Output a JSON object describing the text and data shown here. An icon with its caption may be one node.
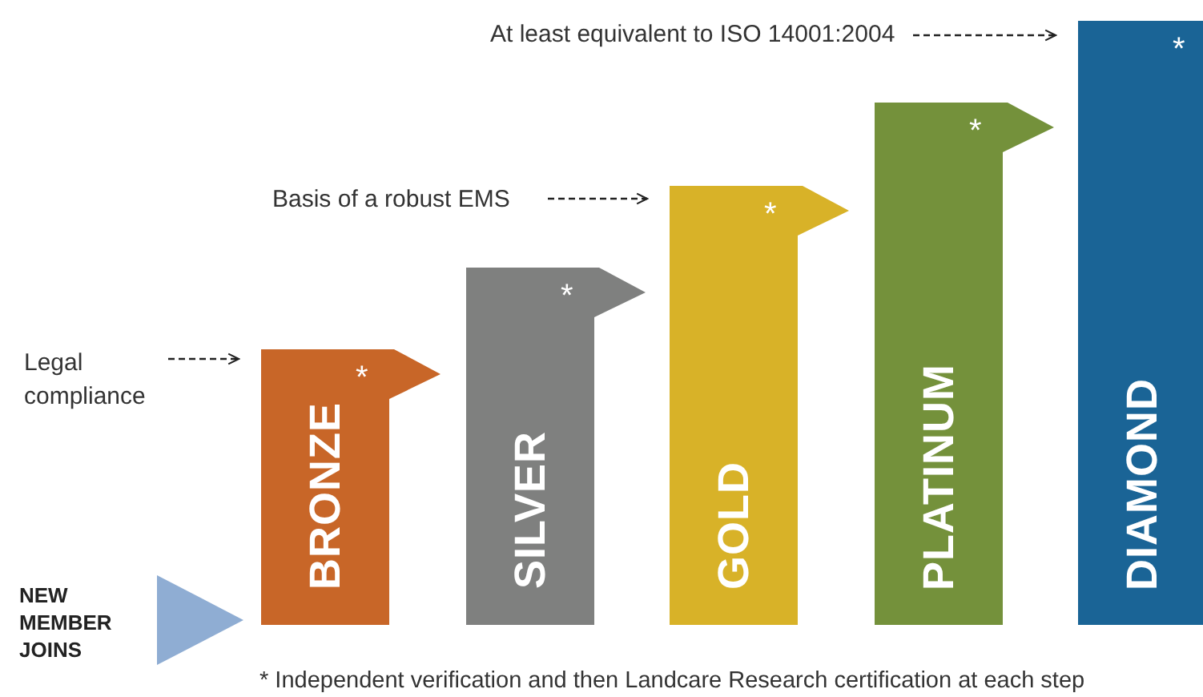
{
  "diagram": {
    "nodes": [
      {
        "text": [
          "Legal compliance"
        ]
      },
      {
        "text": [
          "Basis of a robust EMS"
        ]
      },
      {
        "text": [
          "At least equivalent to ISO 14001:2004"
        ]
      },
      {
        "text": [
          "NEW MEMBER JOINS"
        ]
      },
      {
        "text": [
          "BRONZE",
          "*"
        ]
      },
      {
        "text": [
          "SILVER",
          "*"
        ]
      },
      {
        "text": [
          "GOLD",
          "*"
        ]
      },
      {
        "text": [
          "PLATINUM",
          "*"
        ]
      },
      {
        "text": [
          "DIAMOND",
          "*"
        ]
      }
    ],
    "edges": [
      {
        "from": 0,
        "to": 4,
        "arrow": "to",
        "style": "dashed"
      },
      {
        "from": 1,
        "to": 6,
        "arrow": "to",
        "style": "dashed"
      },
      {
        "from": 2,
        "to": 8,
        "arrow": "to",
        "style": "dashed"
      },
      {
        "from": 3,
        "to": 4,
        "arrow": "to",
        "style": "thick",
        "color": "#8fadd3"
      }
    ],
    "labels": [
      "* Independent verification and then Landcare Research certification at each step"
    ]
  }
}
